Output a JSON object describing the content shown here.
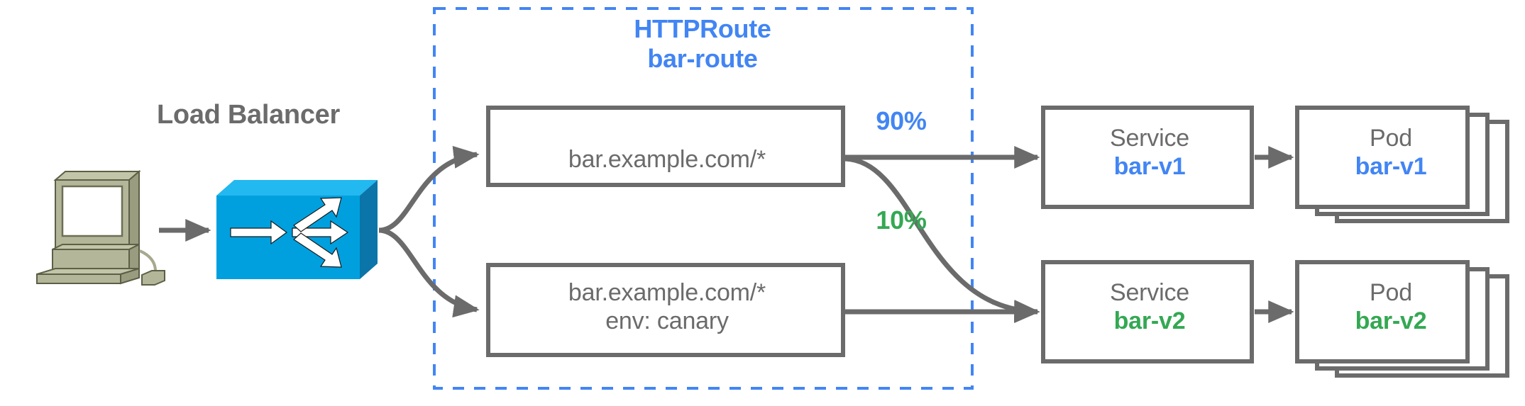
{
  "diagram": {
    "title": "HTTPRoute bar-route traffic splitting",
    "colors": {
      "blue": "#4285f4",
      "green": "#34a853",
      "gray_stroke": "#6b6b6b",
      "switch_blue": "#00a0df",
      "switch_blue_dark": "#0b74a8",
      "switch_blue_light": "#22b8f0",
      "computer_body": "#a9ab8c",
      "computer_body_light": "#c3c5a8",
      "computer_screen": "#ffffff"
    }
  },
  "client": {
    "icon": "desktop-computer-icon"
  },
  "load_balancer": {
    "caption": "Load Balancer",
    "icon": "network-switch-icon"
  },
  "route_group": {
    "kind": "HTTPRoute",
    "name": "bar-route",
    "border_style": "dashed",
    "border_color": "#4285f4"
  },
  "rules": [
    {
      "id": "rule-1",
      "lines": [
        "bar.example.com/*"
      ]
    },
    {
      "id": "rule-2",
      "lines": [
        "bar.example.com/*",
        "env: canary"
      ]
    }
  ],
  "weights": [
    {
      "id": "weight-90",
      "label": "90%",
      "color": "#4285f4",
      "target": "bar-v1"
    },
    {
      "id": "weight-10",
      "label": "10%",
      "color": "#34a853",
      "target": "bar-v2"
    }
  ],
  "backends": [
    {
      "id": "backend-v1",
      "service": {
        "kind": "Service",
        "name": "bar-v1",
        "color": "#4285f4"
      },
      "pod": {
        "kind": "Pod",
        "name": "bar-v1",
        "color": "#4285f4",
        "replicas": 3
      }
    },
    {
      "id": "backend-v2",
      "service": {
        "kind": "Service",
        "name": "bar-v2",
        "color": "#34a853"
      },
      "pod": {
        "kind": "Pod",
        "name": "bar-v2",
        "color": "#34a853",
        "replicas": 3
      }
    }
  ],
  "edges": [
    {
      "from": "client",
      "to": "load-balancer",
      "style": "straight"
    },
    {
      "from": "load-balancer",
      "to": "rule-1",
      "style": "curved"
    },
    {
      "from": "load-balancer",
      "to": "rule-2",
      "style": "curved"
    },
    {
      "from": "rule-1",
      "to": "backend-v1-service",
      "style": "straight",
      "weight": "90%"
    },
    {
      "from": "rule-1",
      "to": "backend-v2-service",
      "style": "curved",
      "weight": "10%"
    },
    {
      "from": "rule-2",
      "to": "backend-v2-service",
      "style": "straight"
    },
    {
      "from": "backend-v1-service",
      "to": "backend-v1-pod",
      "style": "straight"
    },
    {
      "from": "backend-v2-service",
      "to": "backend-v2-pod",
      "style": "straight"
    }
  ]
}
